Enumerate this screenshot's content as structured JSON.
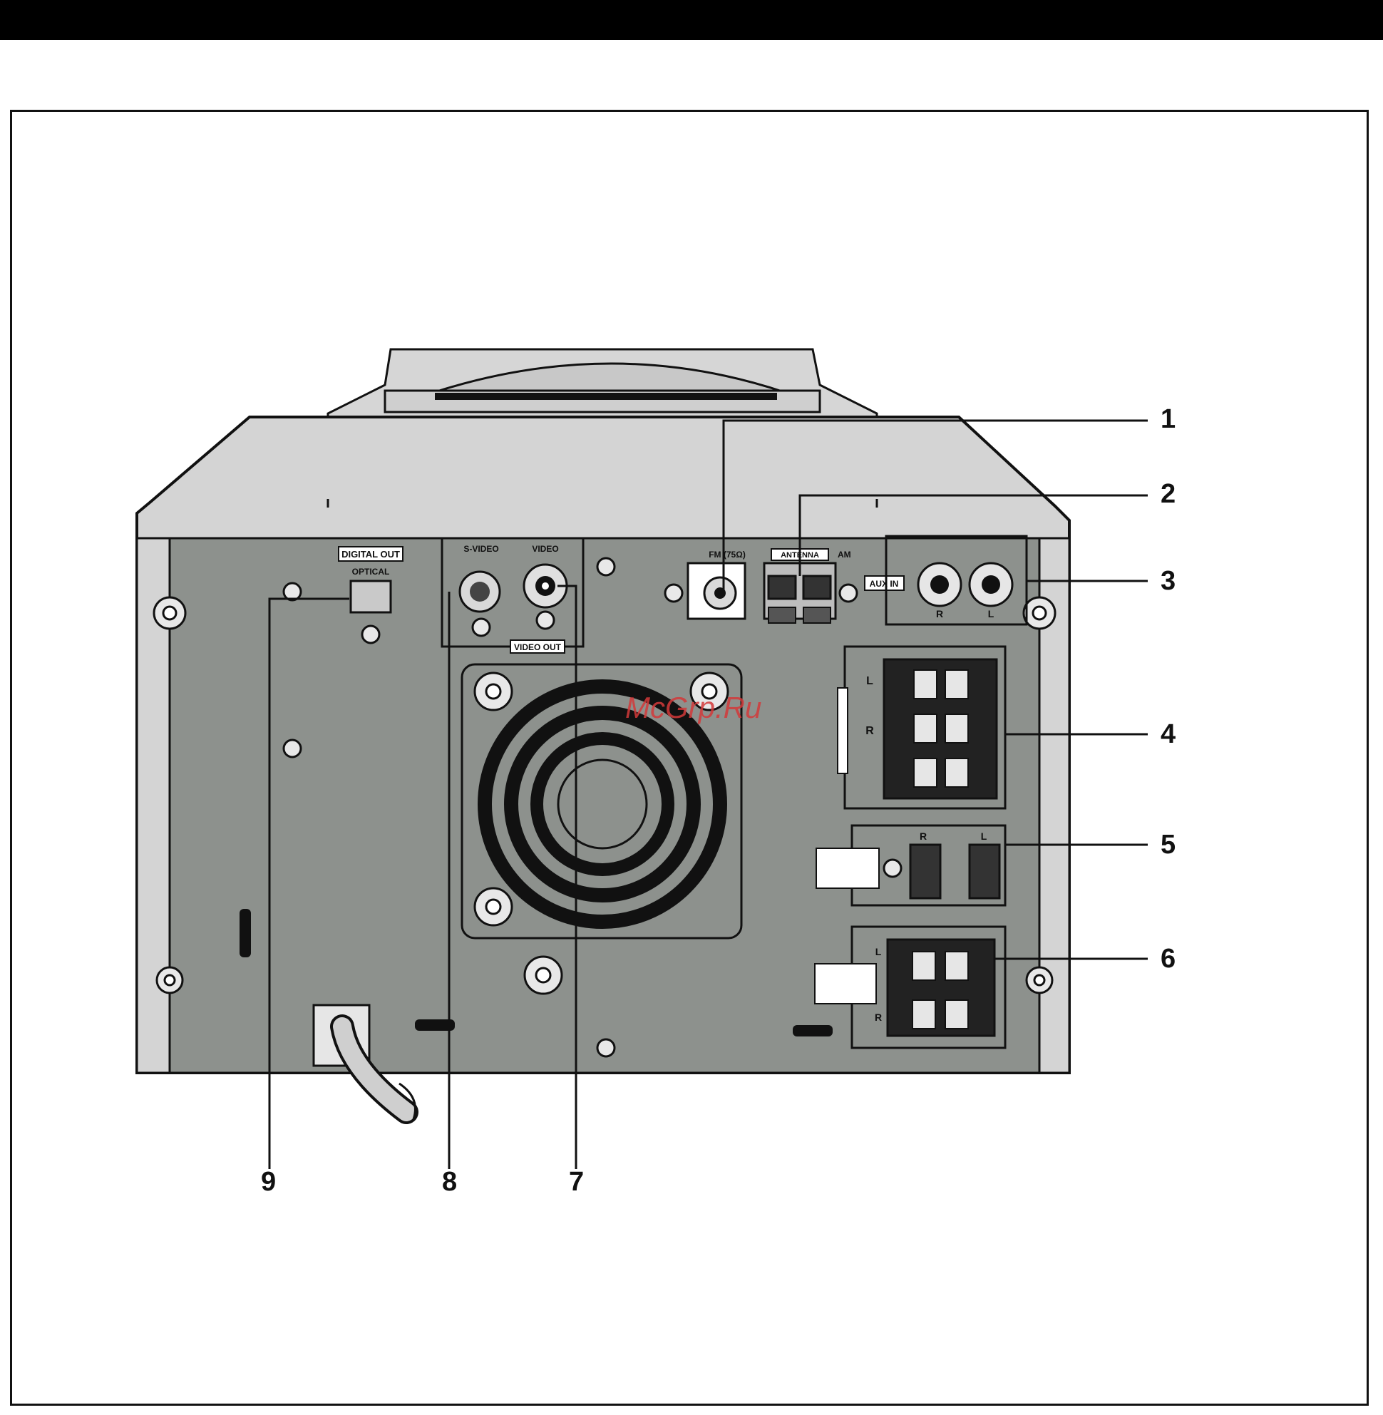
{
  "watermark": "McGrp.Ru",
  "labels": {
    "digital_out": "DIGITAL OUT",
    "optical": "OPTICAL",
    "s_video": "S-VIDEO",
    "video": "VIDEO",
    "video_out": "VIDEO OUT",
    "fm": "FM (75Ω)",
    "antenna": "ANTENNA",
    "am": "AM",
    "aux_in": "AUX IN",
    "aux_r": "R",
    "aux_l": "L",
    "surround_l": "L",
    "surround_r": "R",
    "woofer_r": "R",
    "woofer_l": "L",
    "front_l": "L",
    "front_r": "R"
  },
  "callouts": [
    {
      "number": "1"
    },
    {
      "number": "2"
    },
    {
      "number": "3"
    },
    {
      "number": "4"
    },
    {
      "number": "5"
    },
    {
      "number": "6"
    },
    {
      "number": "7"
    },
    {
      "number": "8"
    },
    {
      "number": "9"
    }
  ],
  "colors": {
    "panel": "#8d918d",
    "housing": "#d4d4d4",
    "outline": "#111111",
    "watermark": "#d33a3a"
  }
}
